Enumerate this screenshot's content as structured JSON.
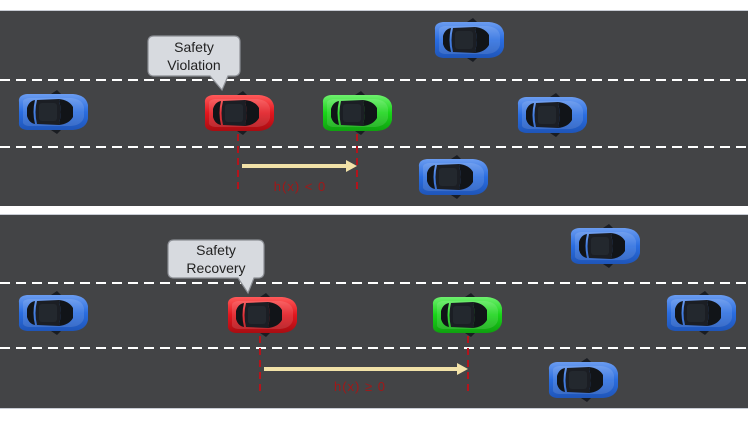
{
  "panels": [
    {
      "callout": {
        "lines": [
          "Safety",
          "Violation"
        ]
      },
      "distance_label": "h(x) < 0",
      "colors": {
        "ego": "#e0161e",
        "lead": "#18d418",
        "traffic": "#2a6de0"
      }
    },
    {
      "callout": {
        "lines": [
          "Safety",
          "Recovery"
        ]
      },
      "distance_label": "h(x) ≥ 0",
      "colors": {
        "ego": "#e0161e",
        "lead": "#18d418",
        "traffic": "#2a6de0"
      }
    }
  ],
  "icons": {
    "car": "car-topdown-icon"
  }
}
